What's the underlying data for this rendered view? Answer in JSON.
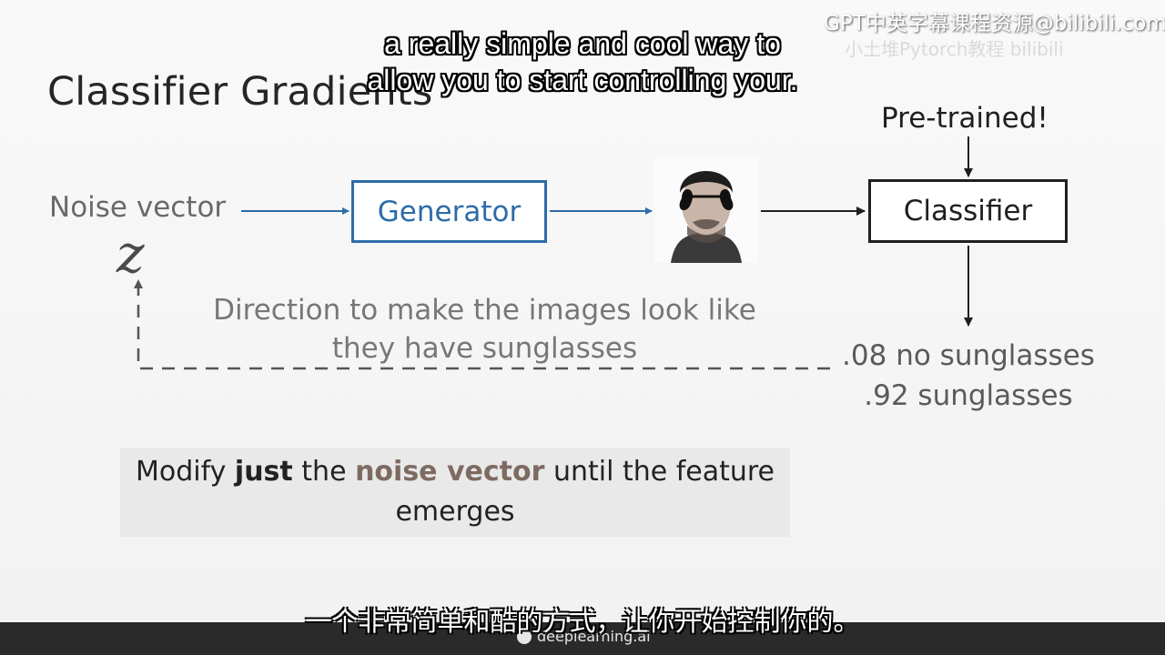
{
  "slide": {
    "title": "Classifier Gradients",
    "noise_label": "Noise vector",
    "z_symbol": "z",
    "generator_label": "Generator",
    "classifier_label": "Classifier",
    "pretrained_label": "Pre-trained!",
    "direction_line1": "Direction to make the images look like",
    "direction_line2": "they have sunglasses",
    "score_line1": ".08 no sunglasses",
    "score_line2": ".92 sunglasses",
    "note": {
      "part1": "Modify ",
      "part2": "just",
      "part3": " the ",
      "part4": "noise vector",
      "part5": " until the feature",
      "part6": "emerges"
    }
  },
  "subtitles": {
    "english_line1": "a really simple and cool way to",
    "english_line2": "allow you to start controlling your.",
    "chinese": "一个非常简单和酷的方式，让你开始控制你的。"
  },
  "watermark": {
    "line1": "GPT中英字幕课程资源@bilibili.com",
    "line2": "小土堆Pytorch教程 bilibili"
  },
  "branding": {
    "name": "deeplearning.ai"
  },
  "colors": {
    "generator_blue": "#2d6ca8",
    "highlight": "#7d6b62"
  }
}
